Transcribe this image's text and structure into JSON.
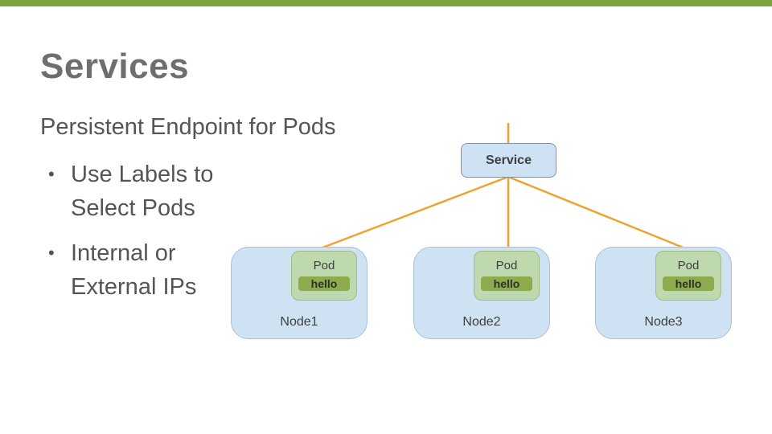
{
  "colors": {
    "accent-bar": "#79A33D",
    "title-text": "#6E6E6E",
    "body-text": "#555555",
    "box-text": "#3C4043",
    "node-fill": "#CFE2F3",
    "node-border": "#A6C1DA",
    "pod-fill": "#BED9AD",
    "pod-border": "#9FBC85",
    "badge-fill": "#8CAB4C",
    "badge-text": "#2F2F2F",
    "service-fill": "#CFE2F3",
    "service-border": "#7E93A8",
    "connector": "#EFA32E"
  },
  "slide": {
    "title": "Services",
    "intro": "Persistent Endpoint for Pods",
    "bullet_char": "•",
    "bullets": [
      "Use Labels to\nSelect Pods",
      "Internal or\nExternal IPs"
    ]
  },
  "diagram": {
    "service_label": "Service",
    "nodes": [
      {
        "name": "Node1",
        "pod_label": "Pod",
        "pod_badge": "hello"
      },
      {
        "name": "Node2",
        "pod_label": "Pod",
        "pod_badge": "hello"
      },
      {
        "name": "Node3",
        "pod_label": "Pod",
        "pod_badge": "hello"
      }
    ]
  }
}
